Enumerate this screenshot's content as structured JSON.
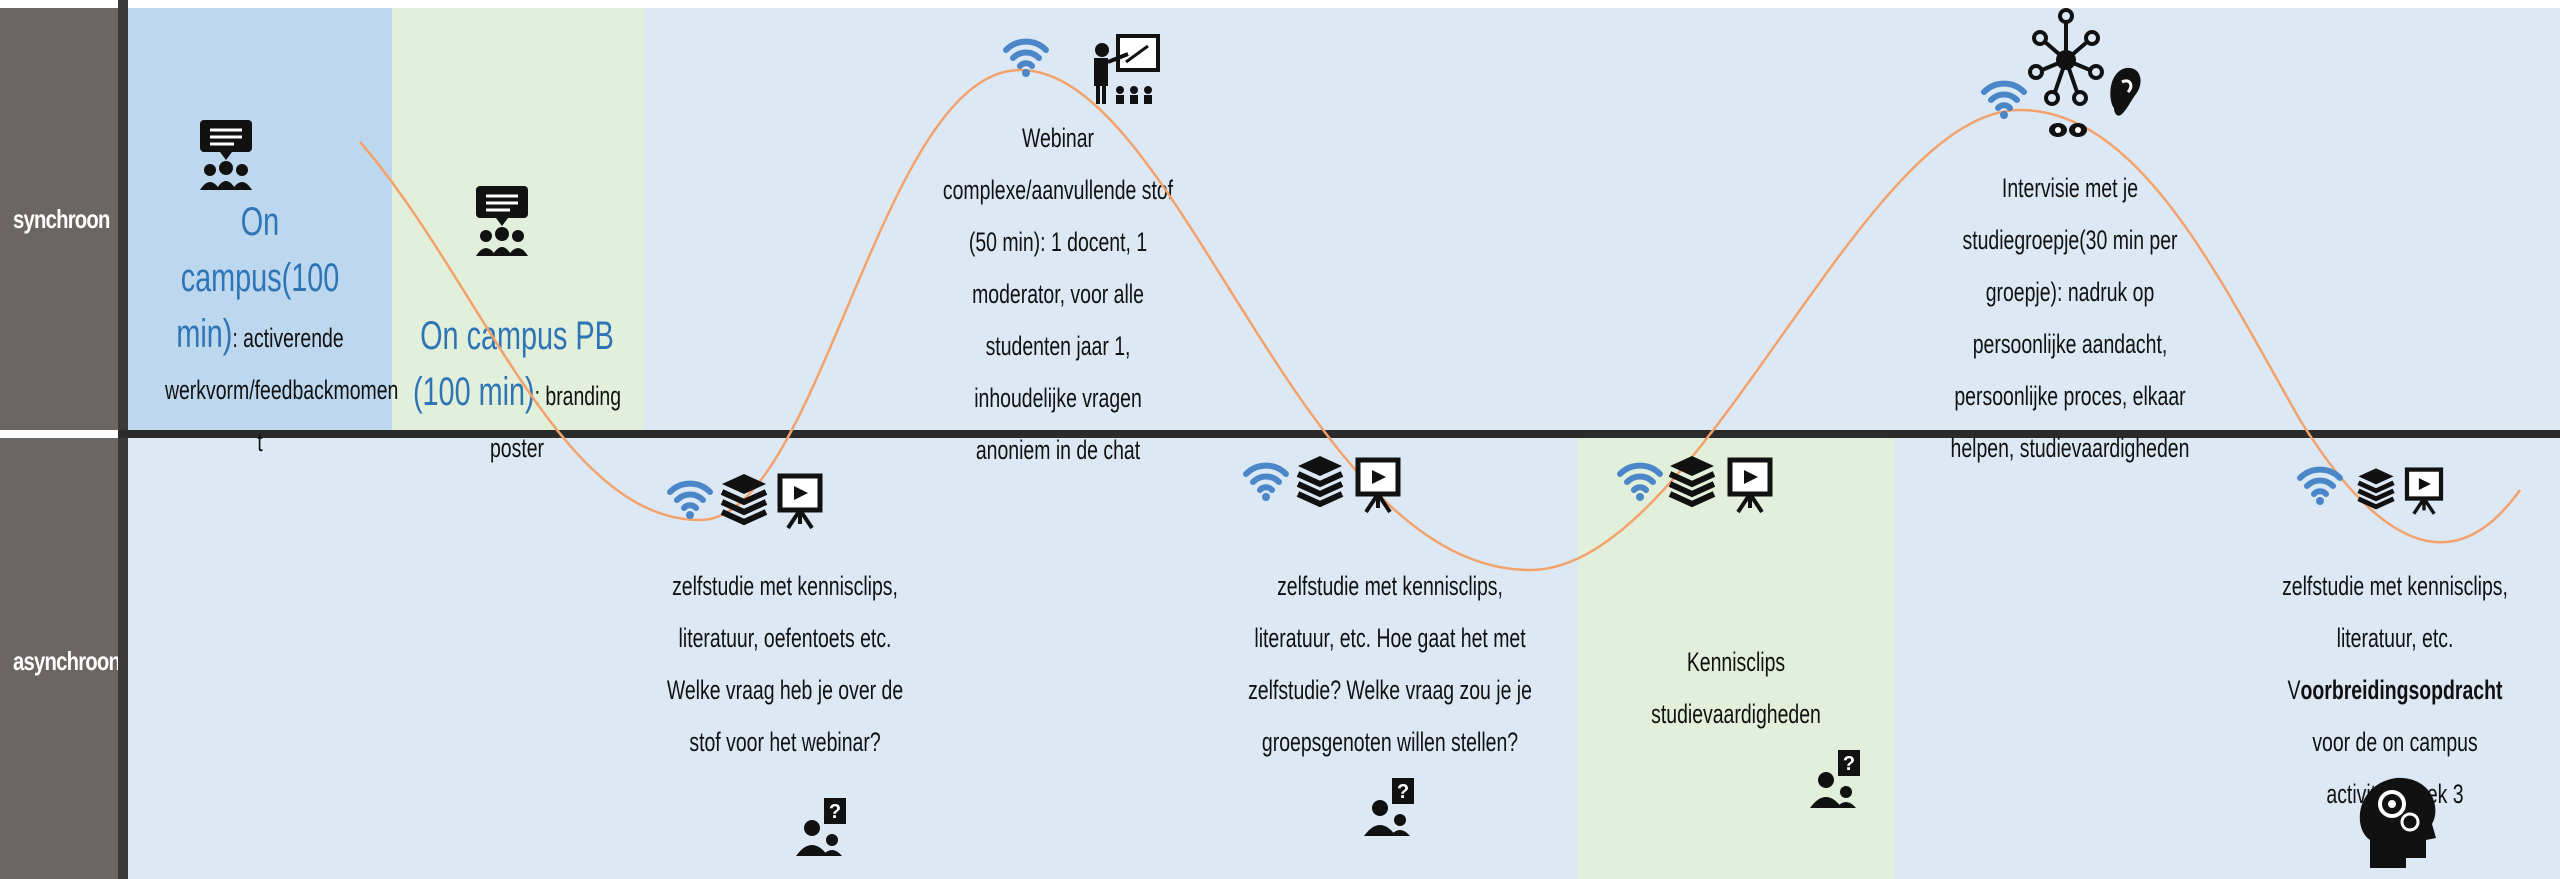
{
  "rows": {
    "top_label": "synchroon",
    "bottom_label": "asynchroon"
  },
  "blocks": {
    "on_campus": {
      "title": "On campus(100 min)",
      "rest": ": activerende werkvorm/feedbackmomen t"
    },
    "on_campus_pb": {
      "title": "On campus PB (100 min)",
      "rest": ": branding poster"
    },
    "webinar": {
      "title": "Webinar",
      "text": "complexe/aanvullende stof (50 min): 1 docent, 1 moderator, voor alle studenten jaar 1, inhoudelijke vragen anoniem in de chat"
    },
    "intervisie": {
      "text": "Intervisie met je studiegroepje(30 min per groepje): nadruk op persoonlijke aandacht, persoonlijke proces, elkaar helpen, studievaardigheden"
    },
    "zelfstudie1": {
      "text": "zelfstudie met kennisclips, literatuur, oefentoets etc. Welke vraag heb je over de stof voor het webinar?"
    },
    "zelfstudie2": {
      "text": "zelfstudie met kennisclips, literatuur, etc. Hoe gaat het met zelfstudie? Welke vraag zou je je groepsgenoten willen stellen?"
    },
    "kennisclips": {
      "text": "Kennisclips studievaardigheden"
    },
    "zelfstudie3": {
      "text_a": "zelfstudie met kennisclips, literatuur, etc.",
      "text_b_pre": "V",
      "text_b_bold": "oorbreidingsopdracht",
      "text_b_post": " voor de on campus activiteit week 3"
    }
  },
  "colors": {
    "curve": "#f4a26b",
    "wifi": "#4a86c8",
    "label_bg": "#6b6563",
    "light_blue": "#dce9f5",
    "mid_blue": "#bdd7ee",
    "light_green": "#e2efda",
    "title_blue": "#2e75b6"
  },
  "icons": [
    "chat-group-icon",
    "wifi-icon",
    "books-icon",
    "presentation-icon",
    "teacher-icon",
    "network-icon",
    "ear-icon",
    "eyes-icon",
    "question-person-icon",
    "brain-gears-icon"
  ]
}
